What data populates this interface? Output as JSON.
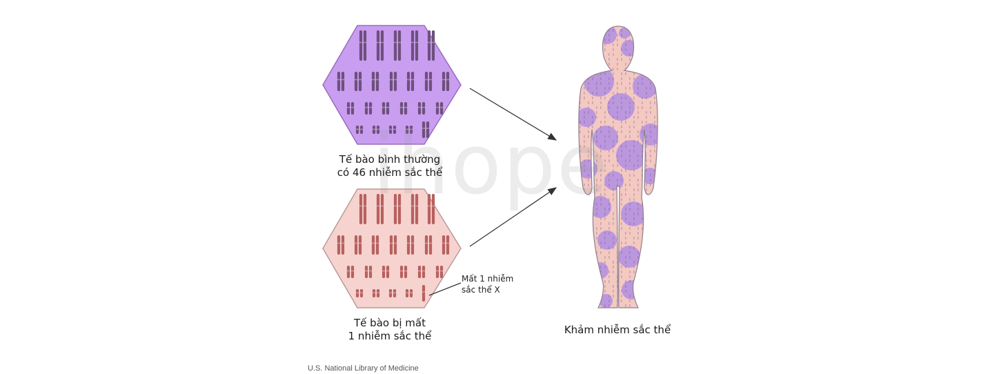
{
  "figure": {
    "normal_cell_caption": [
      "Tế bào bình thường",
      "có 46 nhiễm sắc thể"
    ],
    "lost_cell_caption": [
      "Tế bào bị mất",
      "1 nhiễm sắc thể"
    ],
    "missing_x_note": [
      "Mất 1 nhiễm",
      "sắc thể X"
    ],
    "mosaic_caption": "Khảm nhiễm sắc thể",
    "source": "U.S. National Library of Medicine",
    "watermark": "ihope"
  },
  "colors": {
    "normal_cell_fill": "#c99ef0",
    "normal_cell_stroke": "#9a6bbf",
    "normal_chromosome": "#6e4f7e",
    "lost_cell_fill": "#f7d3d0",
    "lost_cell_stroke": "#b99a97",
    "lost_chromosome": "#b7615f",
    "body_pink": "#f3c9c2",
    "body_purple": "#b795df",
    "arrow": "#333333"
  }
}
